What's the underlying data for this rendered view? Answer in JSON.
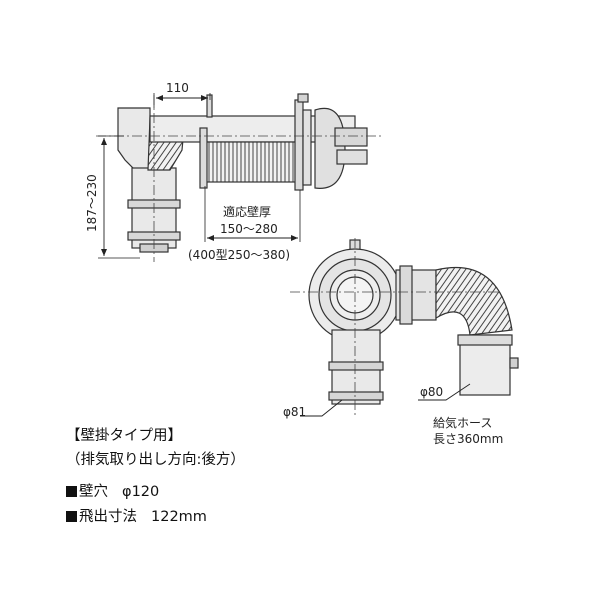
{
  "dimensions": {
    "width_110": "110",
    "height_range": "187～230",
    "wall_thickness_label": "適応壁厚",
    "wall_thickness_value": "150～280",
    "wall_thickness_400": "(400型250～380)",
    "dia_81": "φ81",
    "dia_80": "φ80",
    "hose_line1": "給気ホース",
    "hose_line2": "長さ360mm"
  },
  "specs": {
    "title": "【壁掛タイプ用】",
    "subtitle": "（排気取り出し方向:後方）",
    "hole_label": "壁穴",
    "hole_value": "φ120",
    "protrusion_label": "飛出寸法",
    "protrusion_value": "122mm"
  },
  "colors": {
    "line": "#333333",
    "fill": "#e9e9e9",
    "text": "#111111"
  }
}
